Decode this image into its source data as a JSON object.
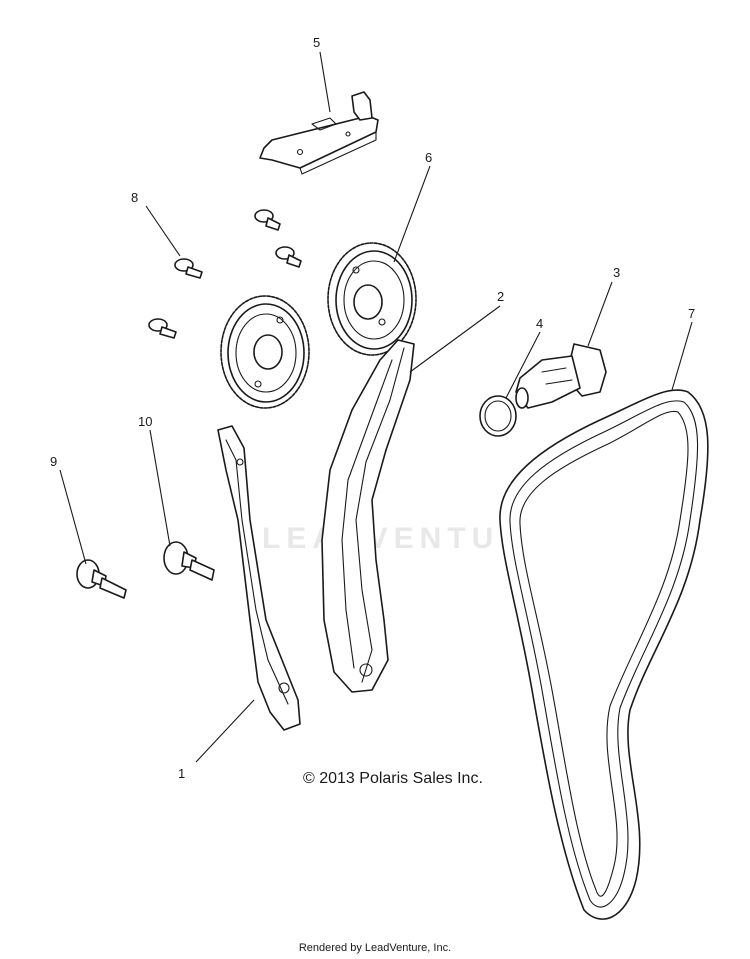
{
  "callouts": [
    "1",
    "2",
    "3",
    "4",
    "5",
    "6",
    "7",
    "8",
    "9",
    "10"
  ],
  "copyright": "© 2013 Polaris Sales Inc.",
  "rendered_by": "Rendered by LeadVenture, Inc.",
  "watermark": "LEADVENTURE"
}
